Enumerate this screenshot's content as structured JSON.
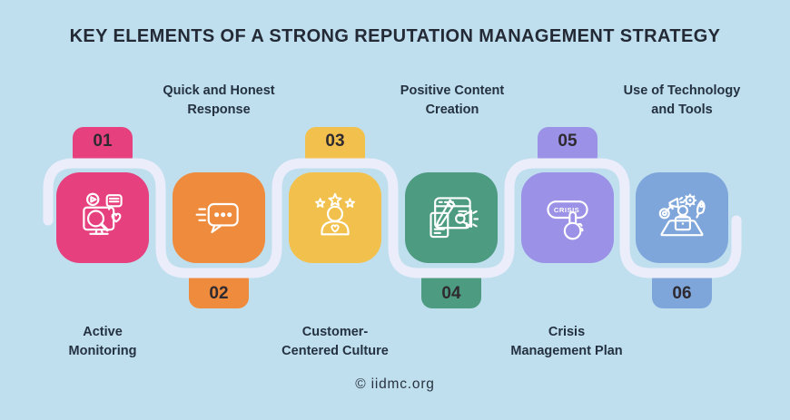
{
  "title": {
    "text": "KEY ELEMENTS OF A STRONG REPUTATION MANAGEMENT STRATEGY",
    "color": "#232A35"
  },
  "background": "#BFDFEF",
  "connector_color": "#ECEDFA",
  "icon_stroke": "#FFFFFF",
  "label_color": "#243140",
  "number_color": "#2E2A30",
  "footer": {
    "text": "© iidmc.org"
  },
  "items": [
    {
      "number": "01",
      "number_position": "top",
      "color": "#E6407E",
      "icon": "social-monitoring-icon",
      "label_lines": [
        "Active",
        "Monitoring"
      ]
    },
    {
      "number": "02",
      "number_position": "bottom",
      "color": "#EF8B3C",
      "icon": "chat-response-icon",
      "label_lines": [
        "Quick and Honest",
        "Response"
      ]
    },
    {
      "number": "03",
      "number_position": "top",
      "color": "#F2C14D",
      "icon": "customer-person-icon",
      "label_lines": [
        "Customer-",
        "Centered Culture"
      ]
    },
    {
      "number": "04",
      "number_position": "bottom",
      "color": "#4D9B80",
      "icon": "content-creation-icon",
      "label_lines": [
        "Positive Content",
        "Creation"
      ]
    },
    {
      "number": "05",
      "number_position": "top",
      "color": "#9B91E6",
      "icon": "crisis-button-icon",
      "icon_text": "CRISIS",
      "label_lines": [
        "Crisis",
        "Management Plan"
      ]
    },
    {
      "number": "06",
      "number_position": "bottom",
      "color": "#7EA6DB",
      "icon": "technology-tools-icon",
      "label_lines": [
        "Use of Technology",
        "and Tools"
      ]
    }
  ]
}
